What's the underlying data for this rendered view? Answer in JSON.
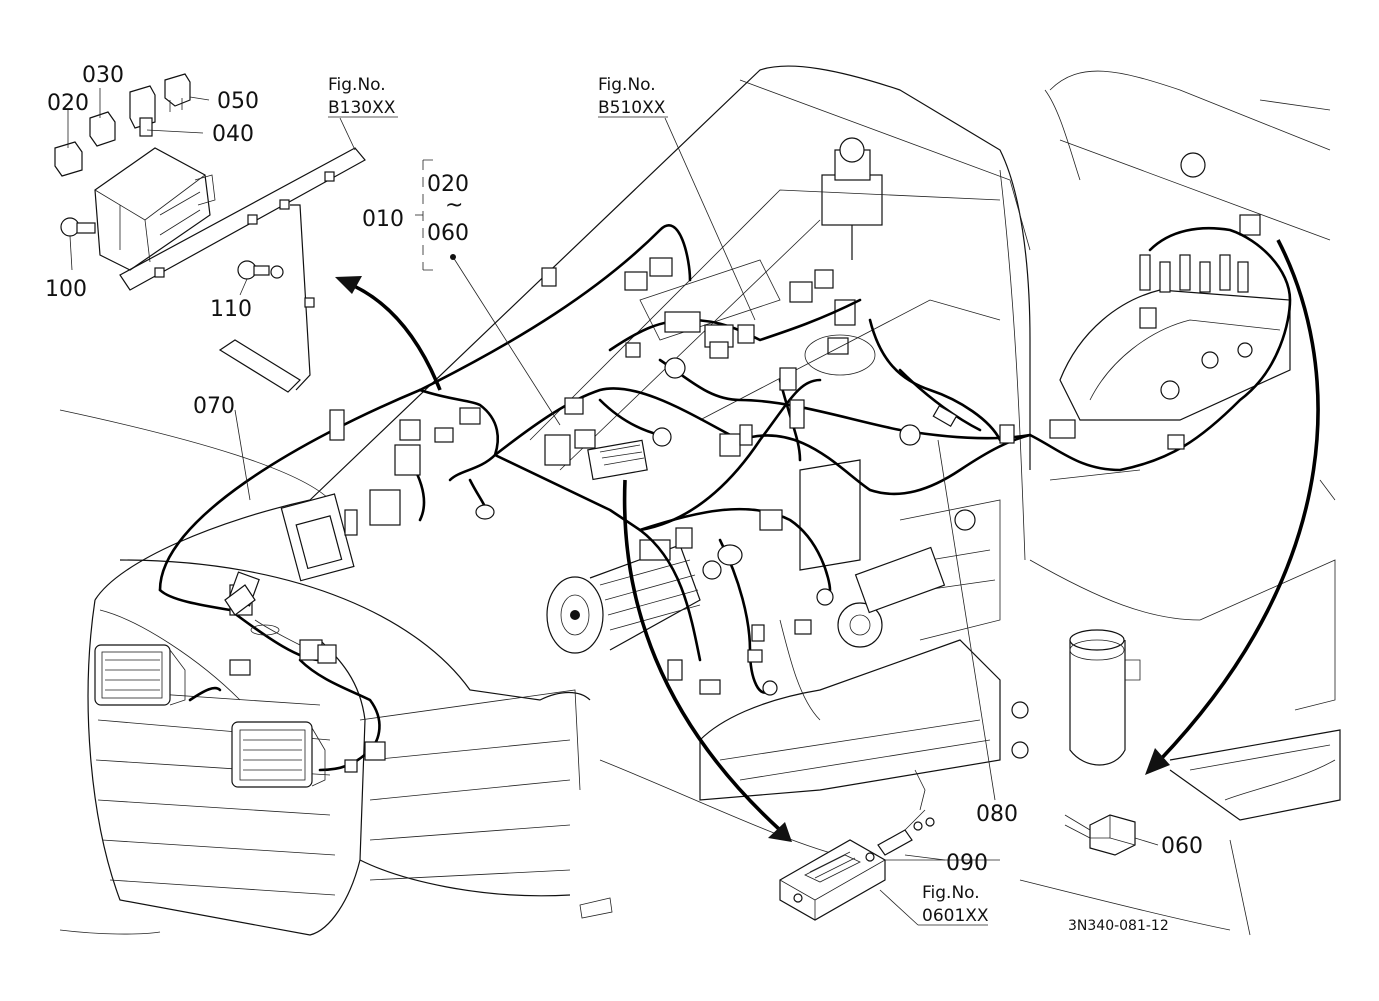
{
  "callouts": {
    "c010": "010",
    "c020_range": "020",
    "tilde": "~",
    "c060_range": "060",
    "c020": "020",
    "c030": "030",
    "c040": "040",
    "c050": "050",
    "c060": "060",
    "c070": "070",
    "c080": "080",
    "c090": "090",
    "c100": "100",
    "c110": "110"
  },
  "figure_refs": {
    "b130": {
      "title": "Fig.No.",
      "number": "B130XX"
    },
    "b510": {
      "title": "Fig.No.",
      "number": "B510XX"
    },
    "f0601": {
      "title": "Fig.No.",
      "number": "0601XX"
    }
  },
  "drawing_code": "3N340-081-12"
}
